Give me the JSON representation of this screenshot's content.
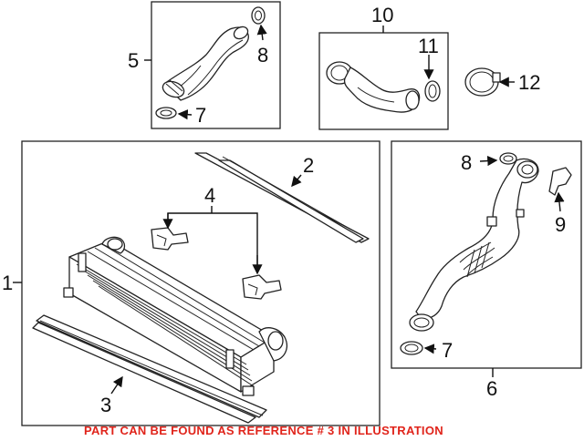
{
  "callouts": {
    "c1": "1",
    "c2": "2",
    "c3": "3",
    "c4": "4",
    "c5": "5",
    "c6": "6",
    "c7a": "7",
    "c7b": "7",
    "c8a": "8",
    "c8b": "8",
    "c9": "9",
    "c10": "10",
    "c11": "11",
    "c12": "12"
  },
  "note": "PART CAN BE FOUND AS REFERENCE # 3 IN ILLUSTRATION",
  "colors": {
    "note": "#e0241b",
    "line": "#222222"
  }
}
